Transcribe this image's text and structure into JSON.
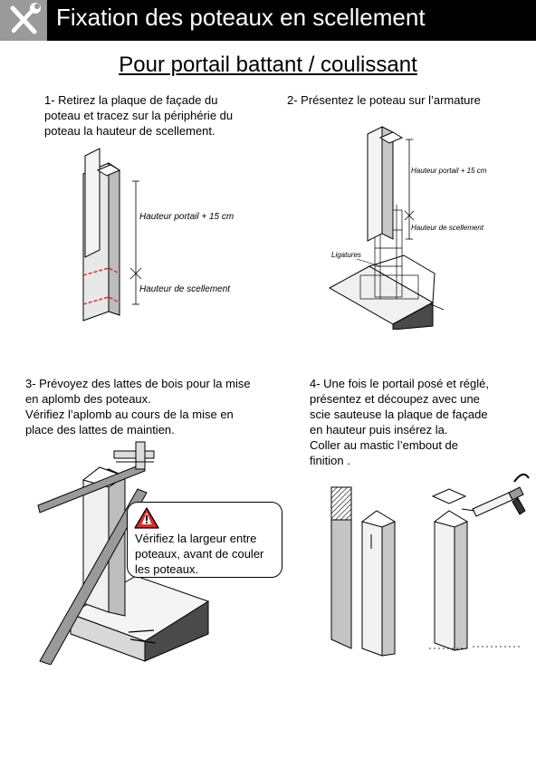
{
  "header": {
    "title": "Fixation des poteaux en scellement",
    "icon": "tools-icon"
  },
  "subtitle": "Pour portail battant / coulissant",
  "steps": [
    {
      "lines": [
        "1- Retirez la plaque de façade du",
        "poteau et tracez sur la périphérie du",
        "poteau la hauteur de scellement."
      ]
    },
    {
      "lines": [
        "2- Présentez le poteau sur l’armature"
      ]
    },
    {
      "lines": [
        "3- Prévoyez des lattes de bois pour la mise",
        "en aplomb des poteaux.",
        "Vérifiez l’aplomb au cours de la mise en",
        "place des lattes de maintien."
      ]
    },
    {
      "lines": [
        "4- Une fois le portail posé et réglé,",
        "présentez et découpez avec une",
        "scie sauteuse la plaque de façade",
        "en hauteur puis insérez la.",
        "Coller au mastic l’embout de",
        "finition ."
      ]
    }
  ],
  "figures": {
    "fig1": {
      "label_top": "Hauteur portail + 15 cm",
      "label_bottom": "Hauteur de scellement"
    },
    "fig2": {
      "label_top": "Hauteur portail + 15 cm",
      "label_bottom": "Hauteur de scellement",
      "label_ties": "Ligatures"
    }
  },
  "warning": {
    "lines": [
      "Vérifiez la largeur entre",
      "poteaux, avant de couler",
      "les poteaux."
    ],
    "icon": "warning-icon",
    "color": "#e3262b"
  }
}
